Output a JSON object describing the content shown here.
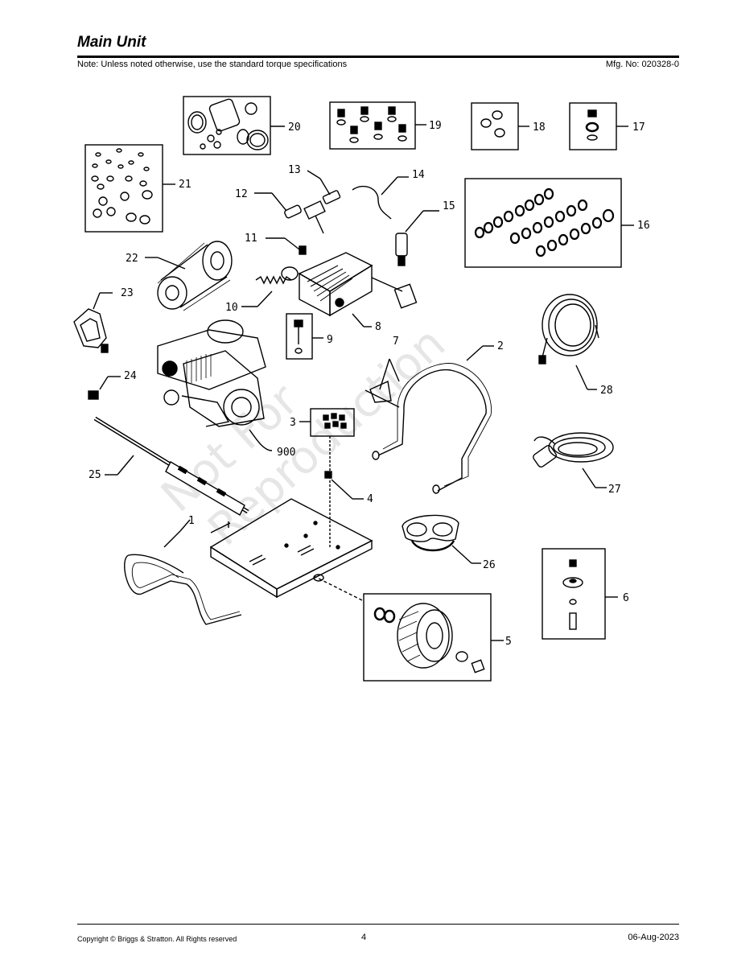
{
  "header": {
    "title": "Main Unit",
    "note": "Note: Unless noted otherwise, use the standard torque specifications",
    "mfg": "Mfg. No: 020328-0"
  },
  "watermark": {
    "line1": "Not For",
    "line2": "Reproduction"
  },
  "callouts": {
    "c1": "1",
    "c2": "2",
    "c3": "3",
    "c4": "4",
    "c5": "5",
    "c6": "6",
    "c7": "7",
    "c8": "8",
    "c9": "9",
    "c10": "10",
    "c11": "11",
    "c12": "12",
    "c13": "13",
    "c14": "14",
    "c15": "15",
    "c16": "16",
    "c17": "17",
    "c18": "18",
    "c19": "19",
    "c20": "20",
    "c21": "21",
    "c22": "22",
    "c23": "23",
    "c24": "24",
    "c25": "25",
    "c26": "26",
    "c27": "27",
    "c28": "28",
    "c900": "900"
  },
  "footer": {
    "copyright": "Copyright ©  Briggs & Stratton. All Rights reserved",
    "page": "4",
    "date": "06-Aug-2023"
  }
}
